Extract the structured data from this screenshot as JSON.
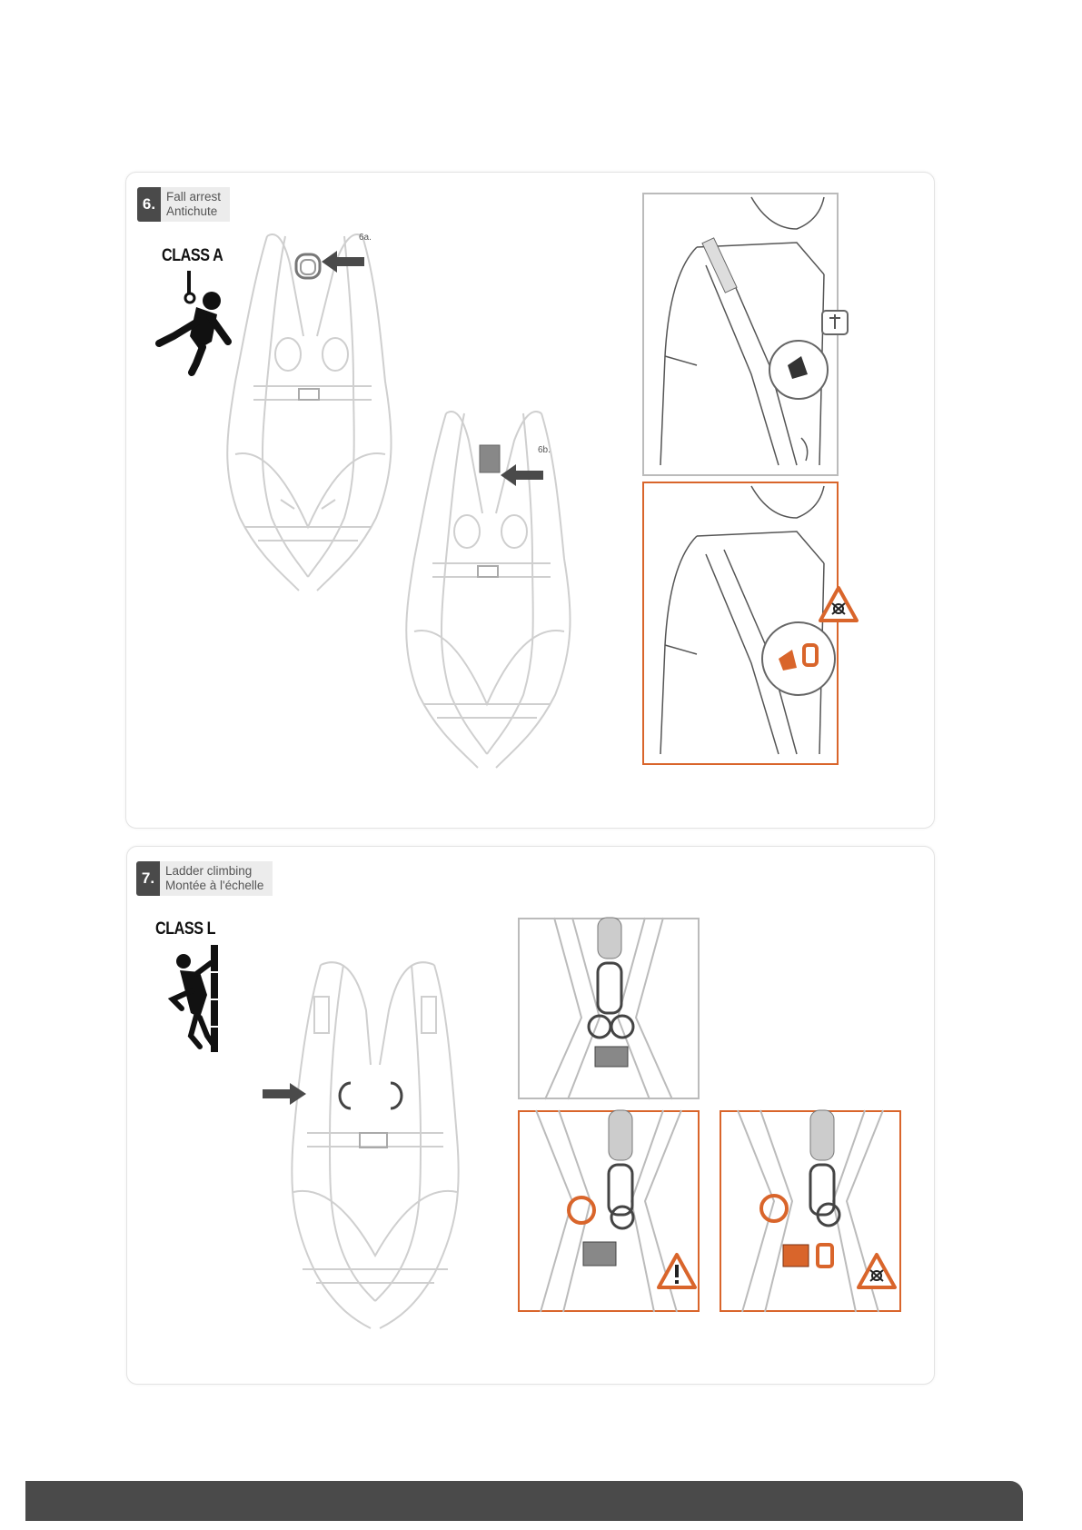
{
  "step6": {
    "number": "6.",
    "title_en": "Fall arrest",
    "title_fr": "Antichute",
    "class_label": "CLASS A",
    "callout_a": "6a.",
    "callout_b": "6b."
  },
  "step7": {
    "number": "7.",
    "title_en": "Ladder climbing",
    "title_fr": "Montée à l'échelle",
    "class_label": "CLASS L"
  },
  "colors": {
    "panel_border": "#e3e3e3",
    "label_bg": "#ececec",
    "dark": "#4a4a4a",
    "warning_orange": "#d9652b",
    "line_gray": "#cfcfcf"
  },
  "icons": [
    "fall-arrest-person-icon",
    "ladder-climber-icon",
    "warning-triangle-icon",
    "danger-triangle-icon",
    "arrow-right-icon"
  ]
}
